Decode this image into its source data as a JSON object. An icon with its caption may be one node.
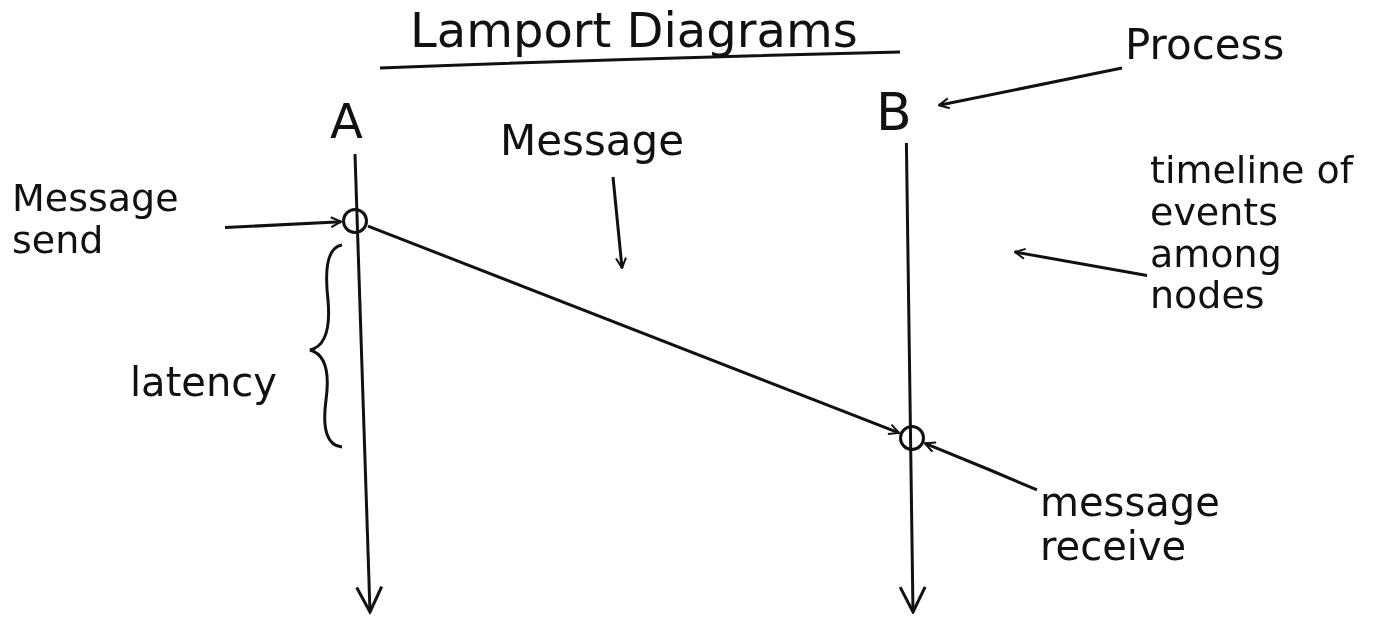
{
  "diagram": {
    "title": "Lamport Diagrams",
    "nodes": [
      {
        "text": [
          "Process"
        ]
      },
      {
        "text": [
          "A"
        ]
      },
      {
        "text": [
          "B"
        ]
      },
      {
        "text": [
          "Message"
        ]
      },
      {
        "text": [
          "Message send"
        ]
      },
      {
        "text": [],
        "shape": "circle"
      },
      {
        "text": [
          "timeline of events among nodes"
        ]
      },
      {
        "text": [],
        "shape": "circle"
      },
      {
        "text": [
          "message receive"
        ]
      }
    ],
    "edges": [
      {
        "from": 0,
        "to": 2,
        "arrow": "to"
      },
      {
        "from": 3,
        "to": null,
        "arrow": "to"
      },
      {
        "from": 4,
        "to": 5,
        "arrow": "to"
      },
      {
        "from": 5,
        "to": 7,
        "arrow": "to"
      },
      {
        "from": 6,
        "to": null,
        "arrow": "to"
      },
      {
        "from": 8,
        "to": 7,
        "arrow": "to"
      },
      {
        "from": 1,
        "to": null,
        "arrow": "to"
      },
      {
        "from": 2,
        "to": null,
        "arrow": "to"
      }
    ],
    "labels": [
      "latency"
    ]
  }
}
